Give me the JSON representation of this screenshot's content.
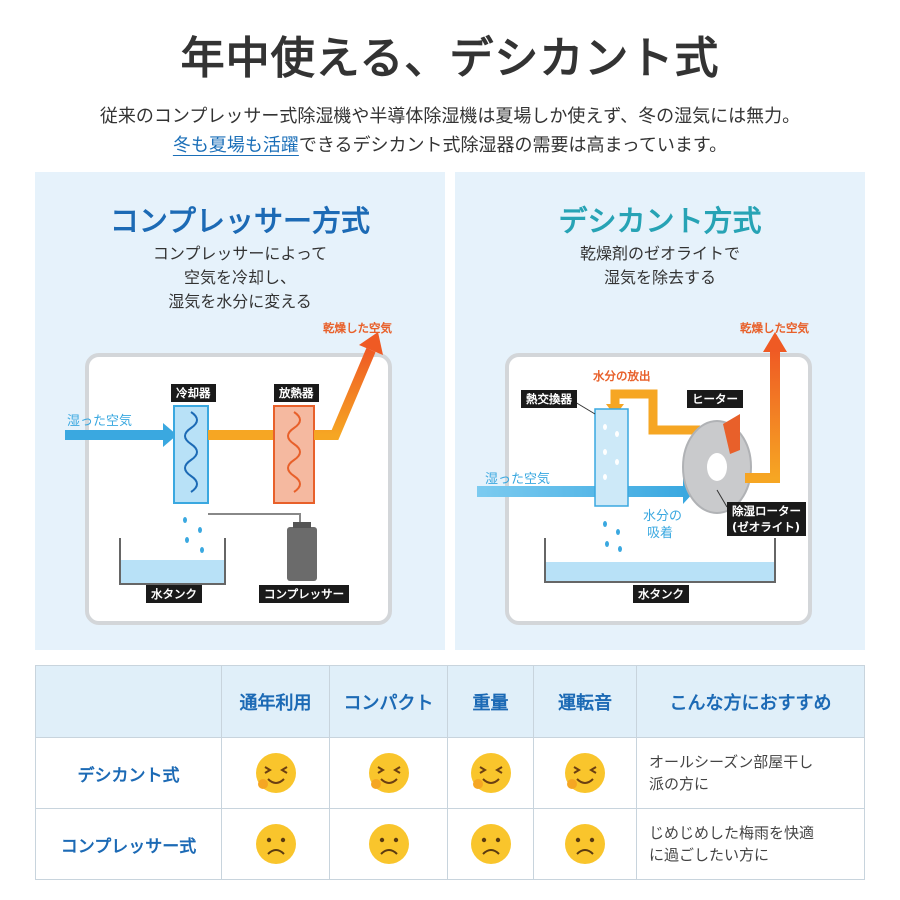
{
  "header": {
    "title": "年中使える、デシカント式",
    "subtitle_line1": "従来のコンプレッサー式除湿機や半導体除湿機は夏場しか使えず、冬の湿気には無力。",
    "subtitle_highlight": "冬も夏場も活躍",
    "subtitle_line2_rest": "できるデシカント式除湿器の需要は高まっています。"
  },
  "left_panel": {
    "title": "コンプレッサー方式",
    "desc": [
      "コンプレッサーによって",
      "空気を冷却し、",
      "湿気を水分に変える"
    ],
    "labels": {
      "dry_air": "乾燥した空気",
      "wet_air": "湿った空気",
      "cooler": "冷却器",
      "radiator": "放熱器",
      "water_tank": "水タンク",
      "compressor": "コンプレッサー"
    }
  },
  "right_panel": {
    "title": "デシカント方式",
    "desc": [
      "乾燥剤のゼオライトで",
      "湿気を除去する"
    ],
    "labels": {
      "dry_air": "乾燥した空気",
      "moisture_release": "水分の放出",
      "heat_exchanger": "熱交換器",
      "heater": "ヒーター",
      "wet_air": "湿った空気",
      "moisture_absorb_1": "水分の",
      "moisture_absorb_2": "吸着",
      "rotor_1": "除湿ローター",
      "rotor_2": "(ゼオライト)",
      "water_tank": "水タンク"
    }
  },
  "comparison": {
    "headers": [
      "",
      "通年利用",
      "コンパクト",
      "重量",
      "運転音",
      "こんな方におすすめ"
    ],
    "rows": [
      {
        "name": "デシカント式",
        "ratings": [
          "happy-face-icon",
          "happy-face-icon",
          "happy-face-icon",
          "happy-face-icon"
        ],
        "note": [
          "オールシーズン部屋干し",
          "派の方に"
        ]
      },
      {
        "name": "コンプレッサー式",
        "ratings": [
          "sad-face-icon",
          "sad-face-icon",
          "sad-face-icon",
          "sad-face-icon"
        ],
        "note": [
          "じめじめした梅雨を快適",
          "に過ごしたい方に"
        ]
      }
    ]
  },
  "colors": {
    "title_blue": "#1c6ab5",
    "title_teal": "#27a3b5",
    "air_orange": "#f39a2a",
    "air_blue": "#3aa8e0",
    "panel_bg": "#e6f2fb"
  }
}
